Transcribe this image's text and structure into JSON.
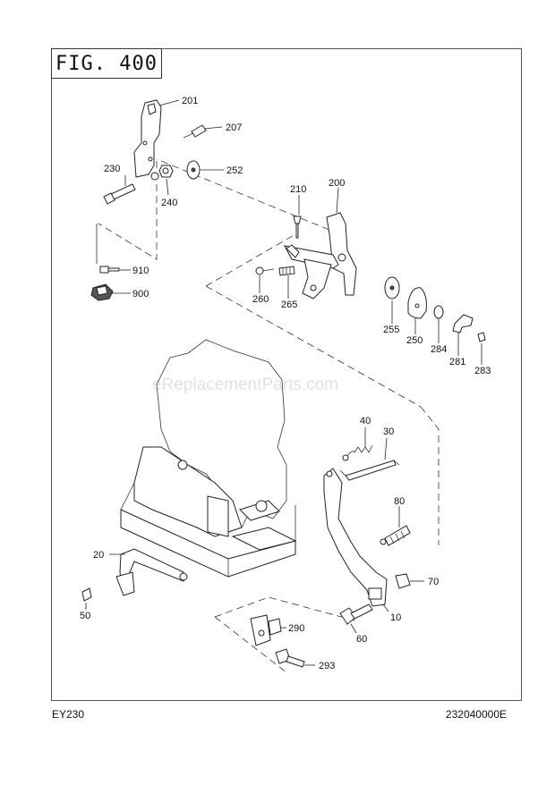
{
  "figure": {
    "label": "FIG. 400"
  },
  "footer": {
    "model": "EY230",
    "part_number": "232040000E"
  },
  "watermark": "eReplacementParts.com",
  "callouts": [
    {
      "id": "201",
      "text": "201"
    },
    {
      "id": "207",
      "text": "207"
    },
    {
      "id": "230",
      "text": "230"
    },
    {
      "id": "252",
      "text": "252"
    },
    {
      "id": "240",
      "text": "240"
    },
    {
      "id": "210",
      "text": "210"
    },
    {
      "id": "200",
      "text": "200"
    },
    {
      "id": "910",
      "text": "910"
    },
    {
      "id": "900",
      "text": "900"
    },
    {
      "id": "260",
      "text": "260"
    },
    {
      "id": "265",
      "text": "265"
    },
    {
      "id": "255",
      "text": "255"
    },
    {
      "id": "250",
      "text": "250"
    },
    {
      "id": "284",
      "text": "284"
    },
    {
      "id": "281",
      "text": "281"
    },
    {
      "id": "283",
      "text": "283"
    },
    {
      "id": "40",
      "text": "40"
    },
    {
      "id": "30",
      "text": "30"
    },
    {
      "id": "80",
      "text": "80"
    },
    {
      "id": "20",
      "text": "20"
    },
    {
      "id": "70",
      "text": "70"
    },
    {
      "id": "50",
      "text": "50"
    },
    {
      "id": "10",
      "text": "10"
    },
    {
      "id": "290",
      "text": "290"
    },
    {
      "id": "60",
      "text": "60"
    },
    {
      "id": "293",
      "text": "293"
    }
  ]
}
